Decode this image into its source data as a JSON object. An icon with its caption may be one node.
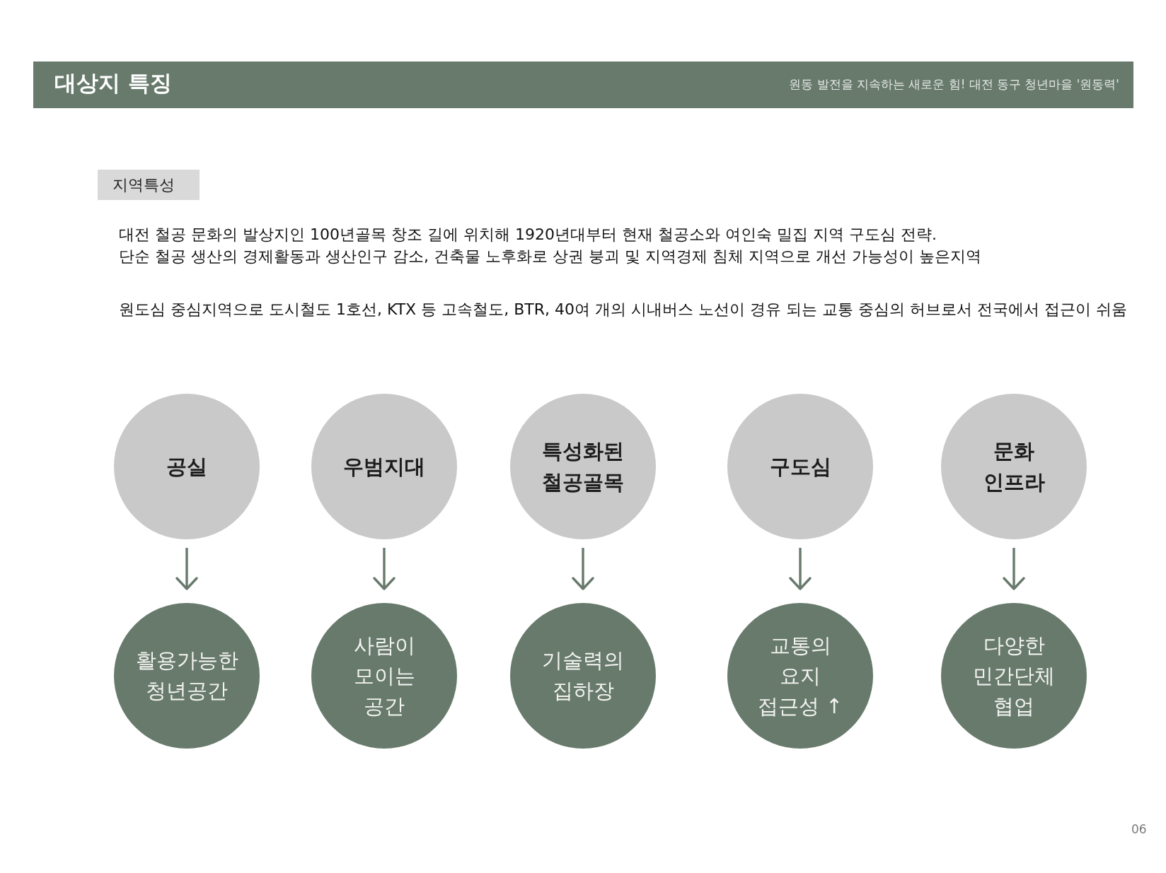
{
  "diagram": {
    "title": "대상지 특징",
    "nodes": [
      {
        "text": [
          "공실"
        ]
      },
      {
        "text": [
          "우범지대"
        ]
      },
      {
        "text": [
          "특성화된 철공골목"
        ]
      },
      {
        "text": [
          "구도심"
        ]
      },
      {
        "text": [
          "문화 인프라"
        ]
      },
      {
        "text": [
          "활용가능한 청년공간"
        ]
      },
      {
        "text": [
          "사람이 모이는 공간"
        ]
      },
      {
        "text": [
          "기술력의 집하장"
        ]
      },
      {
        "text": [
          "교통의 요지 접근성 ↑"
        ]
      },
      {
        "text": [
          "다양한 민간단체 협업"
        ]
      }
    ],
    "edges": [
      {
        "from": 0,
        "to": 5,
        "arrow": "to"
      },
      {
        "from": 1,
        "to": 6,
        "arrow": "to"
      },
      {
        "from": 2,
        "to": 7,
        "arrow": "to"
      },
      {
        "from": 3,
        "to": 8,
        "arrow": "to"
      },
      {
        "from": 4,
        "to": 9,
        "arrow": "to"
      }
    ],
    "labels": [
      "원동 발전을 지속하는 새로운 힘! 대전 동구 청년마을 '원동력'",
      "지역특성",
      "대전 철공 문화의 발상지인 100년골목 창조 길에 위치해 1920년대부터 현재 철공소와 여인숙 밀집 지역 구도심 전략.",
      "단순 철공 생산의 경제활동과 생산인구 감소, 건축물 노후화로 상권 붕괴 및 지역경제 침체 지역으로 개선 가능성이 높은지역",
      "원도심 중심지역으로 도시철도 1호선, KTX 등 고속철도, BTR, 40여 개의 시내버스 노선이 경유 되는 교통 중심의 허브로서 전국에서 접근이 쉬움",
      "06"
    ]
  }
}
